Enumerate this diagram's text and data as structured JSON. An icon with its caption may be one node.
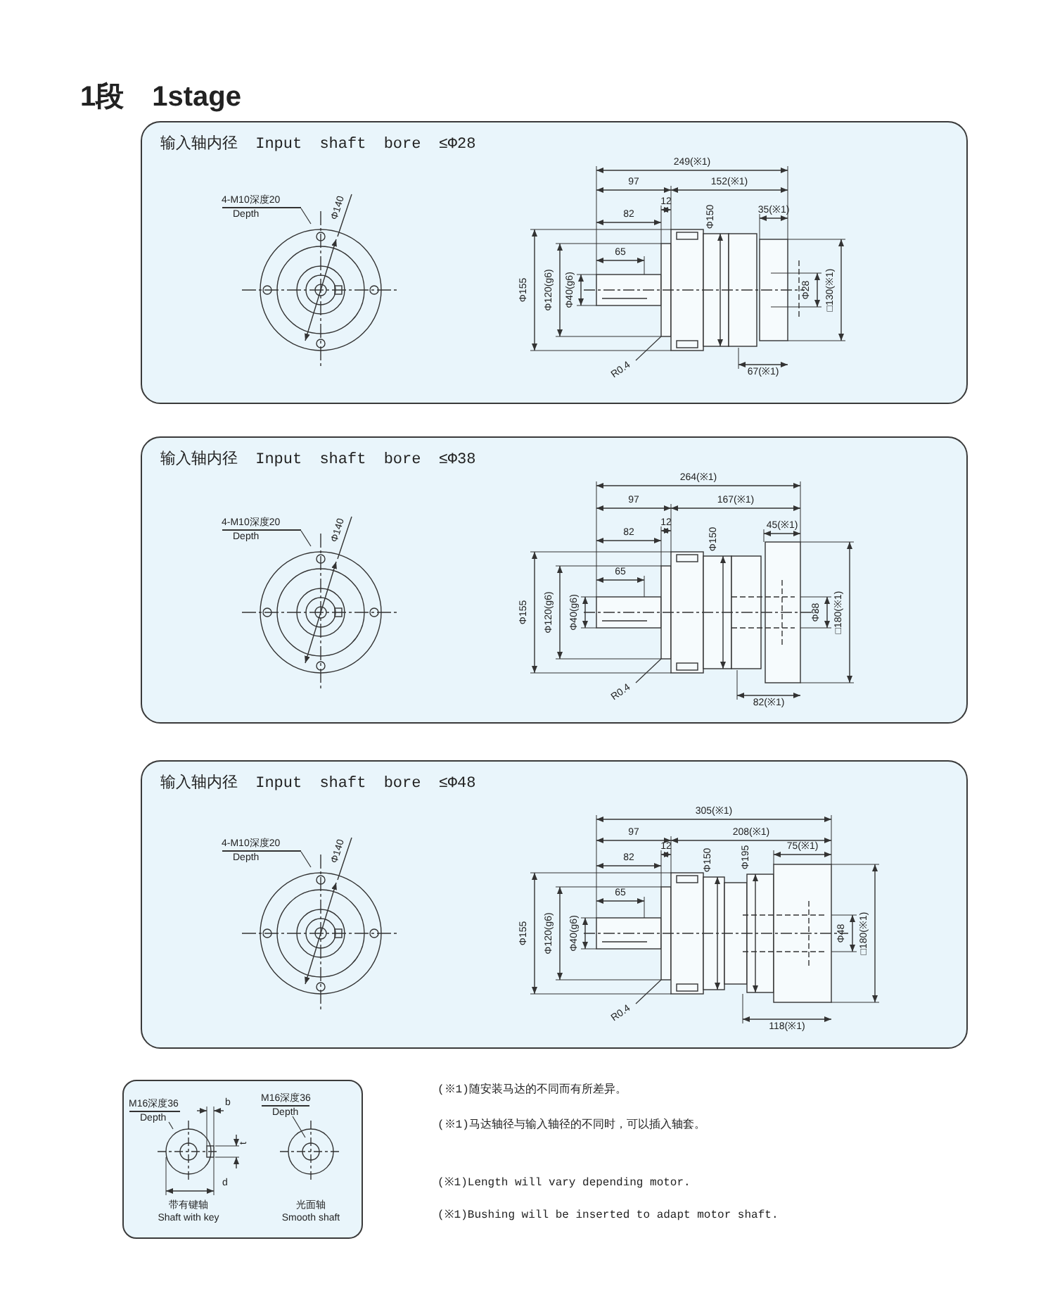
{
  "diagram": {
    "title": "1段　1stage",
    "nodes": [
      {
        "text": [
          "输入轴内径 Input shaft bore ≤Φ28"
        ]
      },
      {
        "text": [
          "4-M10深度20",
          "Depth"
        ],
        "in": 0
      },
      {
        "text": [
          "R0.4"
        ],
        "in": 0
      },
      {
        "text": [
          "输入轴内径 Input shaft bore ≤Φ38"
        ]
      },
      {
        "text": [
          "4-M10深度20",
          "Depth"
        ],
        "in": 3
      },
      {
        "text": [
          "R0.4"
        ],
        "in": 3
      },
      {
        "text": [
          "输入轴内径 Input shaft bore ≤Φ48"
        ]
      },
      {
        "text": [
          "4-M10深度20",
          "Depth"
        ],
        "in": 6
      },
      {
        "text": [
          "R0.4"
        ],
        "in": 6
      },
      {
        "text": [],
        "shape": "box"
      },
      {
        "text": [
          "M16深度36",
          "Depth"
        ],
        "in": 9
      },
      {
        "text": [
          "M16深度36",
          "Depth"
        ],
        "in": 9
      }
    ],
    "edges": [
      {
        "from": 1,
        "to": null,
        "arrow": "none"
      },
      {
        "from": 2,
        "to": null,
        "arrow": "none"
      },
      {
        "from": 4,
        "to": null,
        "arrow": "none"
      },
      {
        "from": 5,
        "to": null,
        "arrow": "none"
      },
      {
        "from": 7,
        "to": null,
        "arrow": "none"
      },
      {
        "from": 8,
        "to": null,
        "arrow": "none"
      },
      {
        "from": 10,
        "to": null,
        "arrow": "none"
      },
      {
        "from": 11,
        "to": null,
        "arrow": "none"
      }
    ],
    "labels": [
      "Φ140",
      "249(※1)",
      "97",
      "152(※1)",
      "12",
      "82",
      "Φ150",
      "35(※1)",
      "65",
      "Φ155",
      "Φ120(g6)",
      "Φ40(g6)",
      "Φ28",
      "□130(※1)",
      "67(※1)",
      "Φ140",
      "264(※1)",
      "97",
      "167(※1)",
      "12",
      "82",
      "Φ150",
      "45(※1)",
      "65",
      "Φ155",
      "Φ120(g6)",
      "Φ40(g6)",
      "Φ38",
      "□180(※1)",
      "82(※1)",
      "Φ140",
      "305(※1)",
      "97",
      "208(※1)",
      "12",
      "82",
      "Φ150",
      "Φ195",
      "75(※1)",
      "65",
      "Φ155",
      "Φ120(g6)",
      "Φ40(g6)",
      "Φ48",
      "□180(※1)",
      "118(※1)",
      "b",
      "t",
      "d",
      "带有键轴",
      "Shaft with key",
      "光面轴",
      "Smooth shaft",
      "(※1)随安装马达的不同而有所差异。",
      "(※1)马达轴径与输入轴径的不同时，可以插入轴套。",
      "(※1)Length will vary depending motor.",
      "(※1)Bushing will be inserted to adapt motor shaft."
    ]
  }
}
